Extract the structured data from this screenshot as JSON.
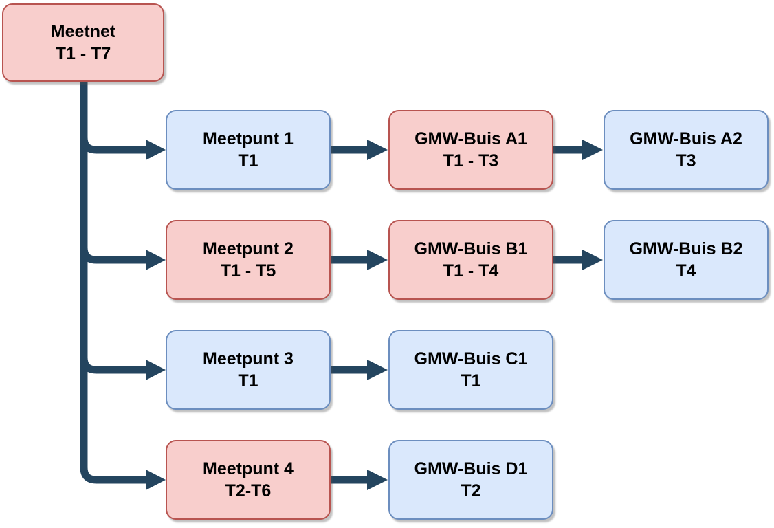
{
  "diagram": {
    "type": "flowchart",
    "colors": {
      "red_fill": "#F8CECC",
      "red_border": "#B85450",
      "blue_fill": "#DAE8FC",
      "blue_border": "#6C8EBF",
      "connector": "#24455F",
      "background": "#FFFFFF",
      "text": "#000000"
    },
    "root": {
      "title": "Meetnet",
      "subtitle": "T1 - T7",
      "color": "red"
    },
    "rows": [
      {
        "nodes": [
          {
            "title": "Meetpunt 1",
            "subtitle": "T1",
            "color": "blue"
          },
          {
            "title": "GMW-Buis A1",
            "subtitle": "T1 - T3",
            "color": "red"
          },
          {
            "title": "GMW-Buis A2",
            "subtitle": "T3",
            "color": "blue"
          }
        ]
      },
      {
        "nodes": [
          {
            "title": "Meetpunt 2",
            "subtitle": "T1 - T5",
            "color": "red"
          },
          {
            "title": "GMW-Buis B1",
            "subtitle": "T1 - T4",
            "color": "red"
          },
          {
            "title": "GMW-Buis B2",
            "subtitle": "T4",
            "color": "blue"
          }
        ]
      },
      {
        "nodes": [
          {
            "title": "Meetpunt 3",
            "subtitle": "T1",
            "color": "blue"
          },
          {
            "title": "GMW-Buis C1",
            "subtitle": "T1",
            "color": "blue"
          }
        ]
      },
      {
        "nodes": [
          {
            "title": "Meetpunt 4",
            "subtitle": "T2-T6",
            "color": "red"
          },
          {
            "title": "GMW-Buis D1",
            "subtitle": "T2",
            "color": "blue"
          }
        ]
      }
    ]
  }
}
